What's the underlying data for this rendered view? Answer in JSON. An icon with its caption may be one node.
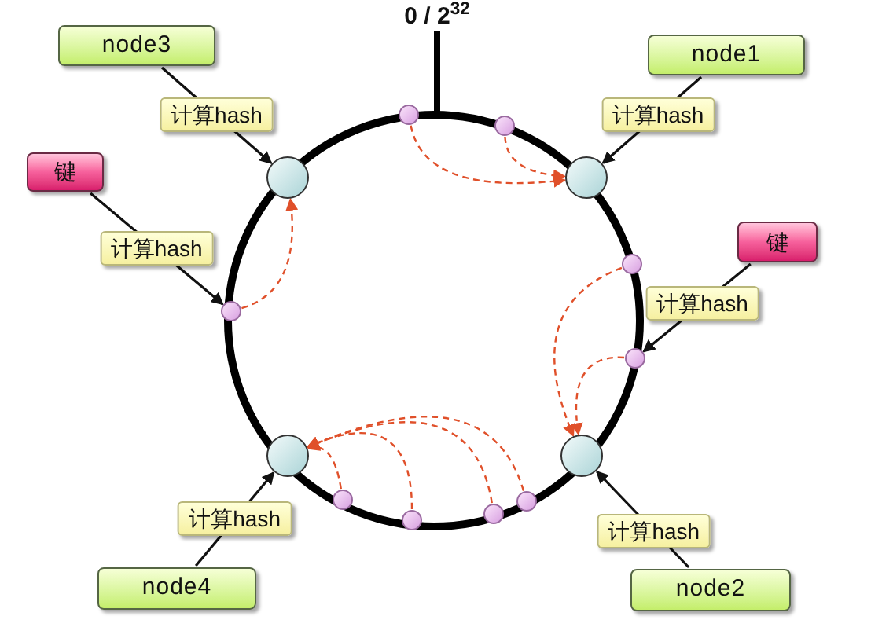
{
  "diagram": {
    "nodes": [
      {
        "text": [
          "node3"
        ]
      },
      {
        "text": [
          "node1"
        ]
      },
      {
        "text": [
          "键"
        ]
      },
      {
        "text": [
          "键"
        ]
      },
      {
        "text": [
          "node4"
        ]
      },
      {
        "text": [
          "node2"
        ]
      },
      {
        "text": [],
        "shape": "circle"
      },
      {
        "text": [],
        "shape": "circle"
      },
      {
        "text": [],
        "shape": "circle"
      },
      {
        "text": [],
        "shape": "circle"
      },
      {
        "text": [],
        "shape": "circle"
      },
      {
        "text": [],
        "shape": "circle"
      },
      {
        "text": [],
        "shape": "circle"
      },
      {
        "text": [],
        "shape": "circle"
      },
      {
        "text": [],
        "shape": "circle"
      },
      {
        "text": [],
        "shape": "circle"
      },
      {
        "text": [],
        "shape": "circle"
      },
      {
        "text": [],
        "shape": "circle"
      },
      {
        "text": [],
        "shape": "circle"
      }
    ],
    "edges": [
      {
        "from": 0,
        "to": 6,
        "arrow": "to",
        "label": "计算hash",
        "color": "#111111"
      },
      {
        "from": 1,
        "to": 7,
        "arrow": "to",
        "label": "计算hash",
        "color": "#111111"
      },
      {
        "from": 2,
        "to": 12,
        "arrow": "to",
        "label": "计算hash",
        "color": "#111111"
      },
      {
        "from": 3,
        "to": 14,
        "arrow": "to",
        "label": "计算hash",
        "color": "#111111"
      },
      {
        "from": 4,
        "to": 9,
        "arrow": "to",
        "label": "计算hash",
        "color": "#111111"
      },
      {
        "from": 5,
        "to": 8,
        "arrow": "to",
        "label": "计算hash",
        "color": "#111111"
      },
      {
        "from": 10,
        "to": 7,
        "arrow": "to",
        "style": "dashed"
      },
      {
        "from": 11,
        "to": 7,
        "arrow": "to",
        "style": "dashed"
      },
      {
        "from": 12,
        "to": 6,
        "arrow": "to",
        "style": "dashed"
      },
      {
        "from": 13,
        "to": 8,
        "arrow": "to",
        "style": "dashed"
      },
      {
        "from": 14,
        "to": 8,
        "arrow": "to",
        "style": "dashed"
      },
      {
        "from": 15,
        "to": 9,
        "arrow": "to",
        "style": "dashed"
      },
      {
        "from": 16,
        "to": 9,
        "arrow": "to",
        "style": "dashed"
      },
      {
        "from": 17,
        "to": 9,
        "arrow": "to",
        "style": "dashed"
      },
      {
        "from": 18,
        "to": 9,
        "arrow": "to",
        "style": "dashed"
      }
    ],
    "labels": [
      "0 / 2$^{32}$"
    ]
  }
}
